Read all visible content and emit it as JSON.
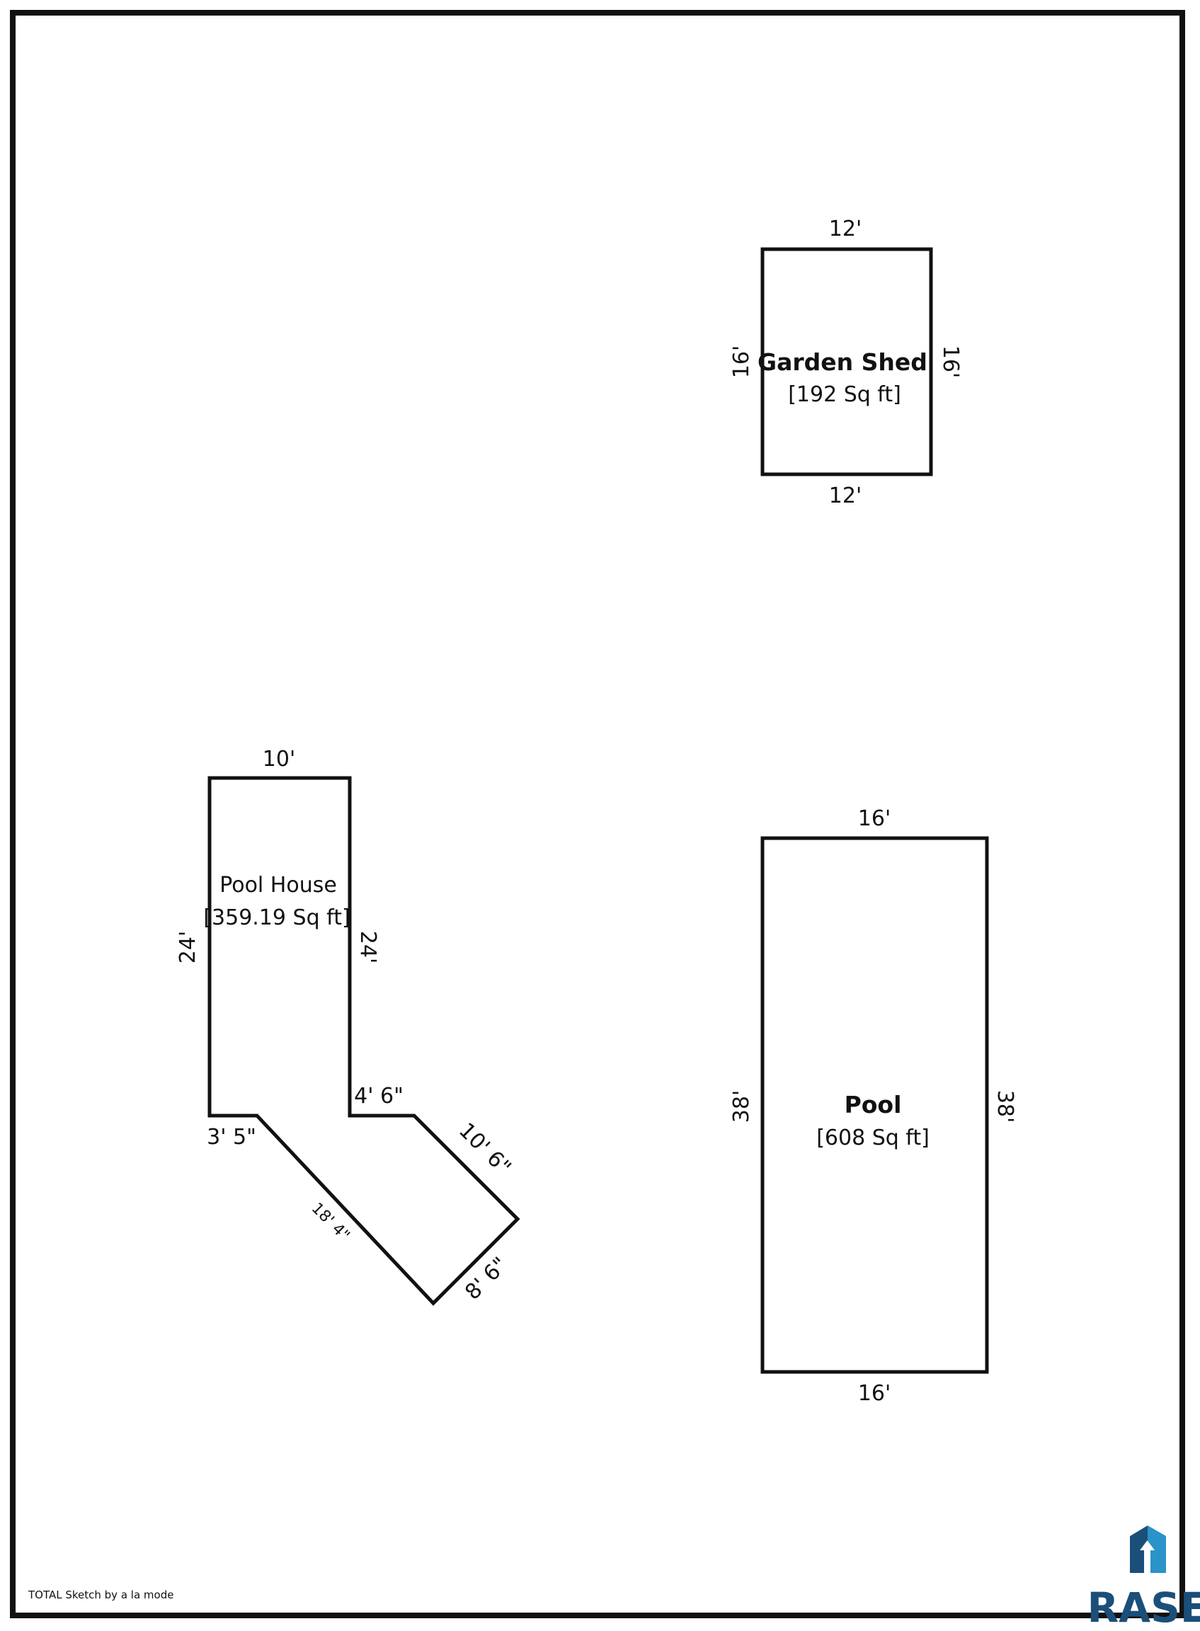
{
  "garden_shed": {
    "name": "Garden Shed",
    "area": "[192 Sq ft]",
    "dims": {
      "top": "12'",
      "bottom": "12'",
      "left": "16'",
      "right": "16'"
    }
  },
  "pool_house": {
    "name": "Pool House",
    "area": "[359.19 Sq ft]",
    "dims": {
      "top": "10'",
      "left": "24'",
      "right": "24'",
      "step_right": "4' 6\"",
      "step_left": "3' 5\"",
      "diag_long": "18' 4\"",
      "diag_upper": "10' 6\"",
      "diag_end": "8' 6\""
    }
  },
  "pool": {
    "name": "Pool",
    "area": "[608 Sq ft]",
    "dims": {
      "top": "16'",
      "bottom": "16'",
      "left": "38'",
      "right": "38'"
    }
  },
  "footer": {
    "credit": "TOTAL Sketch by a la mode"
  },
  "logo": {
    "text": "RASE",
    "color": "#1a4f7a",
    "accent": "#2a93c9"
  }
}
